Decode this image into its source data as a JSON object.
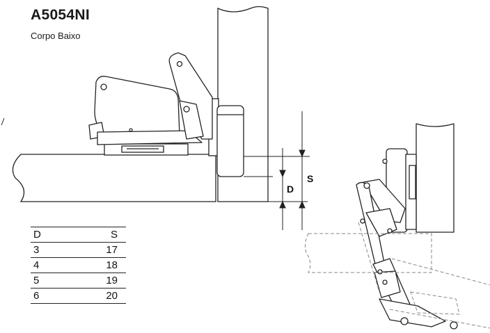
{
  "header": {
    "title": "A5054NI",
    "subtitle": "Corpo Baixo"
  },
  "dimensions": {
    "d_label": "D",
    "s_label": "S"
  },
  "table": {
    "headers": [
      "D",
      "S"
    ],
    "rows": [
      [
        "3",
        "17"
      ],
      [
        "4",
        "18"
      ],
      [
        "5",
        "19"
      ],
      [
        "6",
        "20"
      ]
    ]
  },
  "colors": {
    "line": "#222222",
    "dashed": "#888888"
  }
}
